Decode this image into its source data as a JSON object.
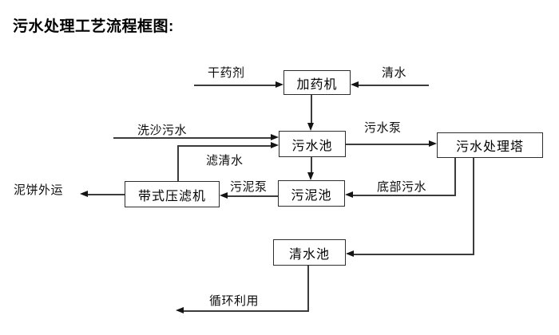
{
  "title": "污水处理工艺流程框图:",
  "colors": {
    "background": "#ffffff",
    "line": "#3c3c3c",
    "text": "#000000"
  },
  "diagram": {
    "nodes": {
      "dosing_machine": "加药机",
      "sewage_pool": "污水池",
      "treatment_tower": "污水处理塔",
      "belt_filter_press": "带式压滤机",
      "sludge_pool": "污泥池",
      "clean_water_pool": "清水池"
    },
    "edges": [
      {
        "id": "dry-agent-input",
        "label": "干药剂",
        "from": "external",
        "to": "dosing_machine"
      },
      {
        "id": "clean-water-input",
        "label": "清水",
        "from": "external",
        "to": "dosing_machine"
      },
      {
        "id": "dosing-to-sewage-pool",
        "label": "",
        "from": "dosing_machine",
        "to": "sewage_pool"
      },
      {
        "id": "sand-washing-input",
        "label": "洗沙污水",
        "from": "external",
        "to": "sewage_pool"
      },
      {
        "id": "filtered-water-return",
        "label": "滤清水",
        "from": "belt_filter_press",
        "to": "sewage_pool"
      },
      {
        "id": "sewage-pump",
        "label": "污水泵",
        "from": "sewage_pool",
        "to": "treatment_tower"
      },
      {
        "id": "bottom-sewage",
        "label": "底部污水",
        "from": "treatment_tower",
        "to": "sludge_pool"
      },
      {
        "id": "tower-to-clean-pool",
        "label": "",
        "from": "treatment_tower",
        "to": "clean_water_pool"
      },
      {
        "id": "sewage-to-sludge",
        "label": "",
        "from": "sewage_pool",
        "to": "sludge_pool"
      },
      {
        "id": "sludge-pump",
        "label": "污泥泵",
        "from": "sludge_pool",
        "to": "belt_filter_press"
      },
      {
        "id": "mud-cake-out",
        "label": "泥饼外运",
        "from": "belt_filter_press",
        "to": "external"
      },
      {
        "id": "recycle-use",
        "label": "循环利用",
        "from": "clean_water_pool",
        "to": "external"
      }
    ]
  }
}
